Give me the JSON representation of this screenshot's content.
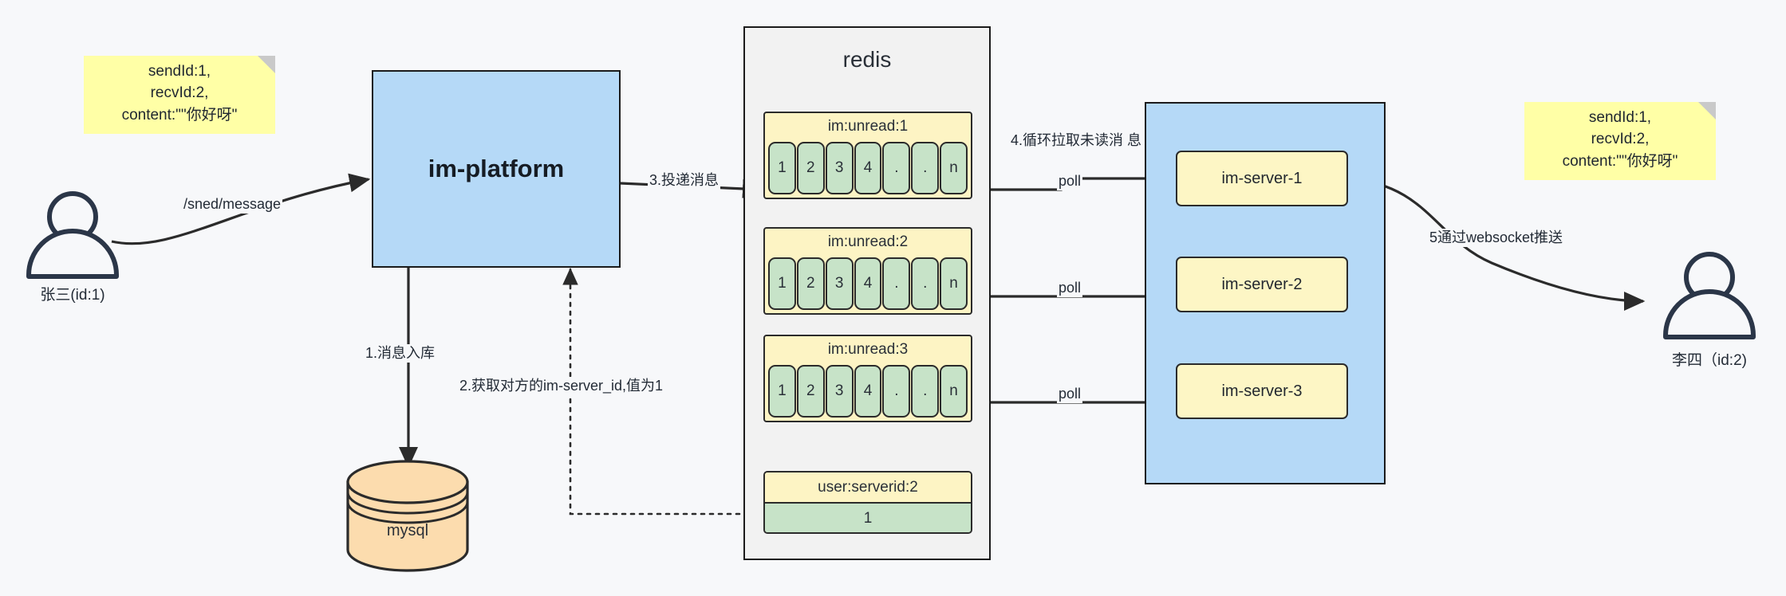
{
  "diagram": {
    "title": "IM message delivery architecture",
    "colors": {
      "background": "#f7f8fa",
      "note_yellow": "#ffffa6",
      "box_blue": "#b5d9f7",
      "queue_yellow": "#fdf4c4",
      "cell_green": "#c7e3c8",
      "db_orange": "#fcdcae",
      "stroke": "#1b1b1b"
    }
  },
  "sender": {
    "label": "张三(id:1)",
    "icon": "user-icon"
  },
  "receiver": {
    "label": "李四（id:2)",
    "icon": "user-icon"
  },
  "note_left": {
    "lines": [
      "sendId:1,",
      "recvId:2,",
      "content:\"\"你好呀\""
    ]
  },
  "note_right": {
    "lines": [
      "sendId:1,",
      "recvId:2,",
      "content:\"\"你好呀\""
    ]
  },
  "platform": {
    "label": "im-platform"
  },
  "database": {
    "label": "mysql"
  },
  "redis": {
    "title": "redis",
    "queues": [
      {
        "key": "im:unread:1",
        "cells": [
          "1",
          "2",
          "3",
          "4",
          ".",
          ".",
          "n"
        ]
      },
      {
        "key": "im:unread:2",
        "cells": [
          "1",
          "2",
          "3",
          "4",
          ".",
          ".",
          "n"
        ]
      },
      {
        "key": "im:unread:3",
        "cells": [
          "1",
          "2",
          "3",
          "4",
          ".",
          ".",
          "n"
        ]
      }
    ],
    "kv": {
      "key": "user:serverid:2",
      "value": "1"
    }
  },
  "cluster": {
    "servers": [
      {
        "label": "im-server-1"
      },
      {
        "label": "im-server-2"
      },
      {
        "label": "im-server-3"
      }
    ]
  },
  "edges": {
    "send_message": "/sned/message",
    "step1": "1.消息入库",
    "step2": "2.获取对方的im-server_id,值为1",
    "step3": "3.投递消息",
    "step4_line1": "4.循环拉取未读消",
    "step4_line2": "息",
    "poll1": "poll",
    "poll2": "poll",
    "poll3": "poll",
    "step5": "5通过websocket推送"
  }
}
